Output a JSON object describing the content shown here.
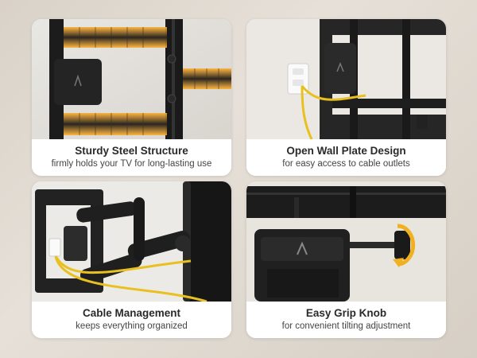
{
  "colors": {
    "page_background": "#ded7ce",
    "card_background": "#ffffff",
    "title_text": "#2a2a2a",
    "subtitle_text": "#444444",
    "accent_glow": "#f0a020",
    "cable_yellow": "#e8c020"
  },
  "features": [
    {
      "title": "Sturdy Steel Structure",
      "subtitle": "firmly holds your TV for long-lasting use",
      "image": "steel-frame-closeup"
    },
    {
      "title": "Open Wall Plate Design",
      "subtitle": "for easy access to cable outlets",
      "image": "wall-plate-outlet"
    },
    {
      "title": "Cable Management",
      "subtitle": "keeps everything organized",
      "image": "articulating-arm-cables"
    },
    {
      "title": "Easy Grip Knob",
      "subtitle": "for convenient tilting adjustment",
      "image": "tilt-knob-closeup"
    }
  ]
}
